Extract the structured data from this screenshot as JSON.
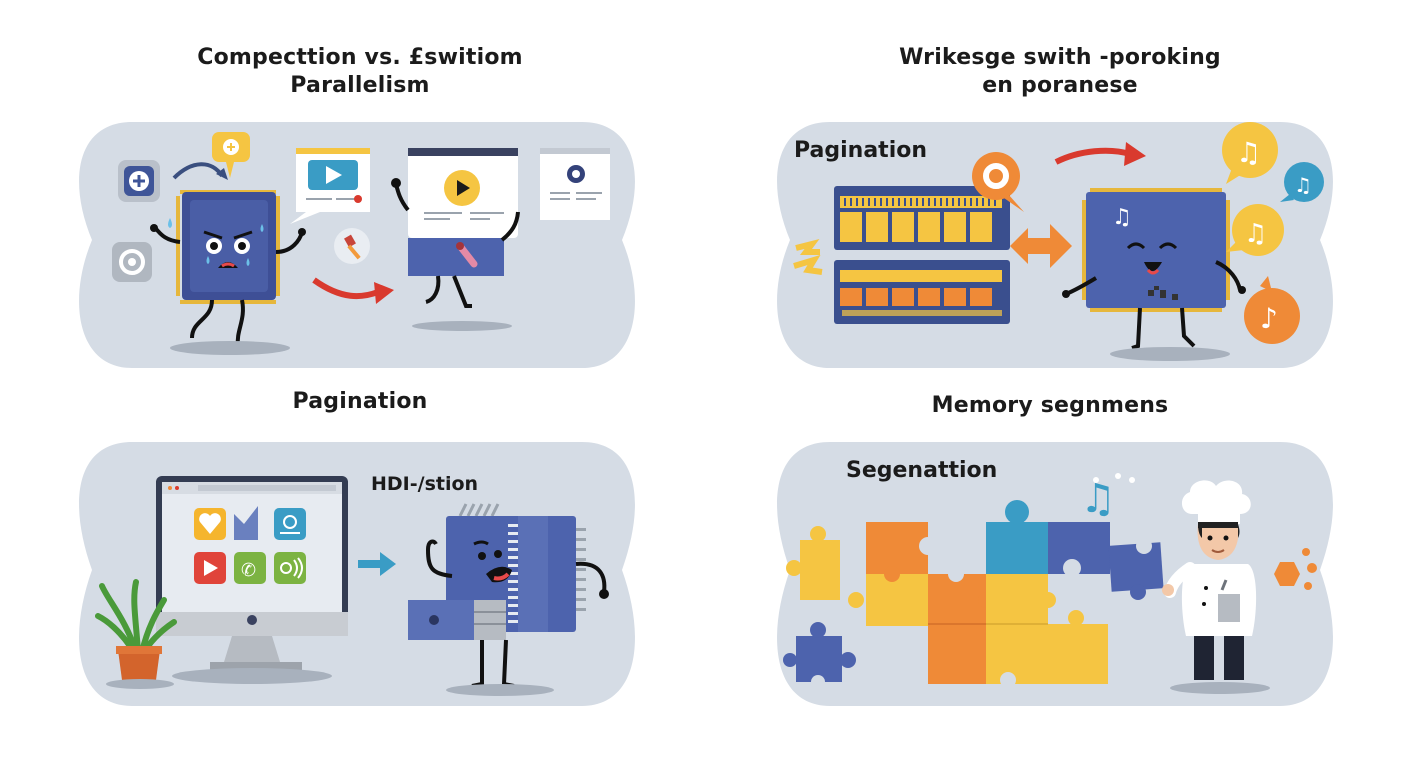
{
  "panels": [
    {
      "id": "top-left",
      "title_line1": "Compecttion vs. £switiom",
      "title_line2": "Parallelism",
      "scene": "stressed-cpu-chip-juggling-app-windows",
      "icons": [
        "add-icon",
        "target-icon",
        "plus-badge-icon",
        "video-play-icon",
        "hammer-icon",
        "browser-play-icon",
        "record-icon",
        "arrow-icon"
      ]
    },
    {
      "id": "top-right",
      "title_line1": "Wrikesge swith -poroking",
      "title_line2": "en poranese",
      "inner_label": "Pagination",
      "scene": "memory-modules-feeding-happy-cpu-chip",
      "icons": [
        "ram-module-icon",
        "refresh-icon",
        "double-arrow-icon",
        "music-note-icon",
        "lightning-icon",
        "arrow-icon"
      ]
    },
    {
      "id": "bottom-left",
      "title_line1": "Pagination",
      "inner_label": "HDI-/stion",
      "scene": "desktop-monitor-and-disk-drive-character",
      "icons": [
        "heart-app-icon",
        "flag-app-icon",
        "profile-app-icon",
        "video-app-icon",
        "phone-app-icon",
        "radio-app-icon",
        "plant-icon",
        "arrow-icon"
      ]
    },
    {
      "id": "bottom-right",
      "title_line1": "Memory segnmens",
      "inner_label": "Segenattion",
      "scene": "chef-assembling-puzzle-pieces",
      "icons": [
        "puzzle-piece-icon",
        "music-note-icon",
        "chef-icon",
        "badge-icon"
      ]
    }
  ],
  "colors": {
    "panel_bg": "#d5dce5",
    "chip_blue": "#4d63ad",
    "chip_pins": "#e6b73c",
    "yellow": "#f5c542",
    "orange": "#ef8a37",
    "teal": "#3a9cc5",
    "red": "#d93a2e",
    "green": "#7cb342",
    "ink": "#141414"
  }
}
